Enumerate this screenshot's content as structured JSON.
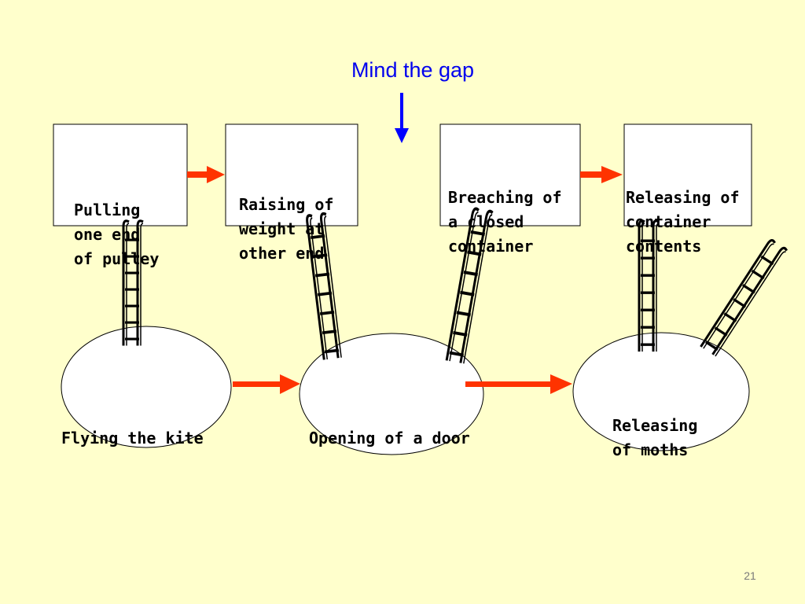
{
  "title": "Mind the gap",
  "colors": {
    "background": "#ffffcc",
    "title": "#0000ee",
    "gap_arrow": "#0000ff",
    "flow_arrow": "#ff3300"
  },
  "top_row": [
    {
      "lines": [
        "Pulling",
        "one end",
        "of pulley"
      ]
    },
    {
      "lines": [
        "Raising of",
        "weight at",
        "other end"
      ]
    },
    {
      "lines": [
        "Breaching of",
        "a closed",
        "container"
      ]
    },
    {
      "lines": [
        "Releasing of",
        "container",
        "contents"
      ]
    }
  ],
  "bottom_row": [
    {
      "lines": [
        "Flying the kite"
      ]
    },
    {
      "lines": [
        "Opening of a door"
      ]
    },
    {
      "lines": [
        "Releasing",
        "of moths"
      ]
    }
  ],
  "page_number": "21"
}
